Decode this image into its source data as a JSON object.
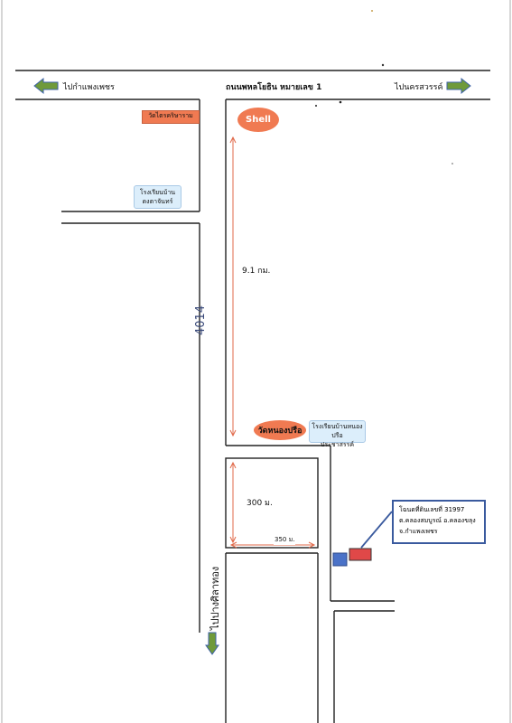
{
  "top_road": {
    "left_direction": "ไปกำแพงเพชร",
    "center_name": "ถนนพหลโยธิน หมายเลข 1",
    "right_direction": "ไปนครสวรรค์"
  },
  "landmarks": {
    "temple_top": "วัดไตรคริษาราม",
    "school_top": [
      "โรงเรียนบ้าน",
      "ดงตาจันทร์"
    ],
    "shell": "Shell",
    "temple_mid": "วัดหนองปรือ",
    "school_mid": [
      "โรงเรียนบ้านหนองปรือ",
      "ประชาสรรค์"
    ]
  },
  "road_4014": {
    "number": "4014",
    "distance": "9.1 กม.",
    "bottom_direction": "ไปปางศิลาทอง"
  },
  "block": {
    "height_dim": "300 ม.",
    "width_dim": "350 ม."
  },
  "land_info": {
    "line1": "โฉนดที่ดินเลขที่  31997",
    "line2": "ต.คลองสมบูรณ์ อ.คลองขลุง",
    "line3": "จ.กำแพงเพชร"
  },
  "colors": {
    "road_line": "#222222",
    "arrow_green": "#6f9a3a",
    "arrow_blue": "#3e62a8",
    "temple_orange": "#f07a52",
    "dimension_red": "#e0694a",
    "plot_red": "#e04848",
    "plot_blue": "#4a72c8",
    "school_blue": "#dceefb",
    "info_border": "#3a5a9e"
  }
}
